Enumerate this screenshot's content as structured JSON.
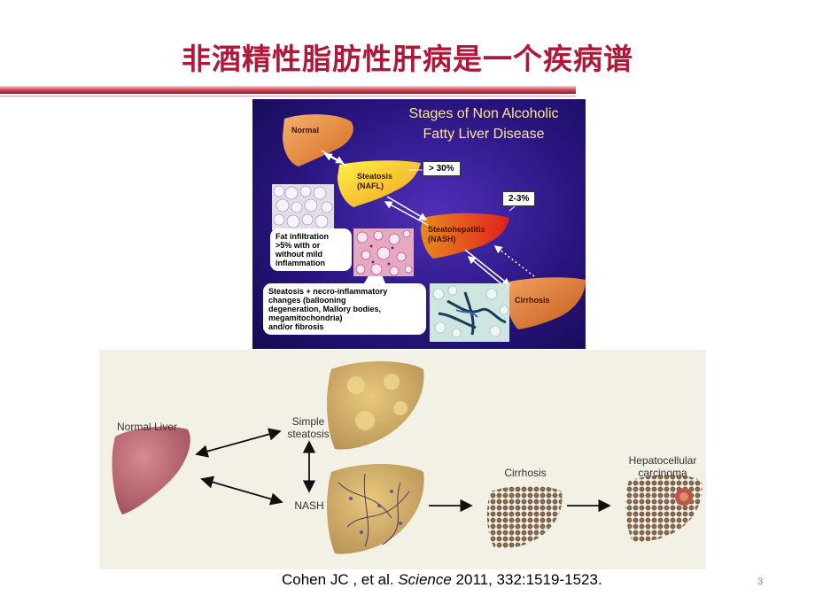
{
  "slide": {
    "title": "非酒精性脂肪性肝病是一个疾病谱",
    "page_number": "3"
  },
  "figure_top": {
    "title_line1": "Stages of Non Alcoholic",
    "title_line2": "Fatty Liver Disease",
    "stages": {
      "normal": "Normal",
      "steatosis_1": "Steatosis",
      "steatosis_2": "(NAFL)",
      "nash_1": "Steatohepatitis",
      "nash_2": "(NASH)",
      "cirrhosis": "Cirrhosis"
    },
    "progression": {
      "steatosis_pct": "> 30%",
      "nash_pct": "2-3%"
    },
    "callouts": {
      "fat_infiltration": [
        "Fat infiltration",
        ">5% with or",
        "without mild",
        "inflammation"
      ],
      "necro_inflammatory": [
        "Steatosis + necro-inflammatory",
        "changes (ballooning",
        "degeneration, Mallory bodies,",
        "megamitochondria)",
        "and/or fibrosis"
      ]
    },
    "colors": {
      "background": "#2a1580",
      "title": "#ffe58a"
    }
  },
  "figure_bottom": {
    "labels": {
      "normal_liver": "Normal Liver",
      "simple_steatosis_1": "Simple",
      "simple_steatosis_2": "steatosis",
      "nash": "NASH",
      "cirrhosis": "Cirrhosis",
      "hcc_1": "Hepatocellular",
      "hcc_2": "carcinoma"
    }
  },
  "citation": {
    "authors": "Cohen JC , et al. ",
    "journal": "Science",
    "details": " 2011, 332:1519-1523."
  }
}
